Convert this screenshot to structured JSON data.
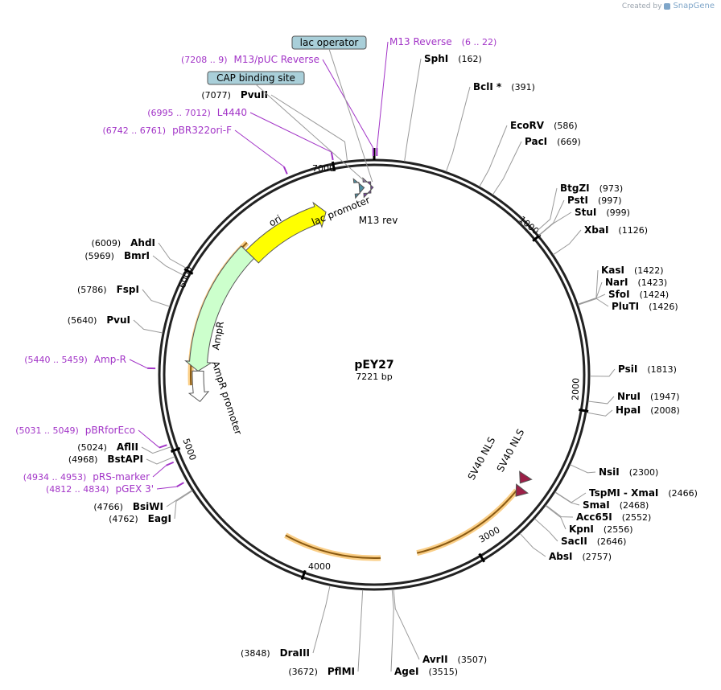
{
  "plasmid": {
    "name": "pEY27",
    "size_label": "7221 bp",
    "length": 7221
  },
  "watermark": {
    "created_by": "Created by",
    "brand": "SnapGene"
  },
  "enzymes": [
    {
      "name": "SphI",
      "pos": "(162)",
      "bp": 162
    },
    {
      "name": "BclI *",
      "pos": "(391)",
      "bp": 391
    },
    {
      "name": "EcoRV",
      "pos": "(586)",
      "bp": 586
    },
    {
      "name": "PacI",
      "pos": "(669)",
      "bp": 669
    },
    {
      "name": "BtgZI",
      "pos": "(973)",
      "bp": 973
    },
    {
      "name": "PstI",
      "pos": "(997)",
      "bp": 997
    },
    {
      "name": "StuI",
      "pos": "(999)",
      "bp": 999
    },
    {
      "name": "XbaI",
      "pos": "(1126)",
      "bp": 1126
    },
    {
      "name": "KasI",
      "pos": "(1422)",
      "bp": 1422
    },
    {
      "name": "NarI",
      "pos": "(1423)",
      "bp": 1423
    },
    {
      "name": "SfoI",
      "pos": "(1424)",
      "bp": 1424
    },
    {
      "name": "PluTI",
      "pos": "(1426)",
      "bp": 1426
    },
    {
      "name": "PsiI",
      "pos": "(1813)",
      "bp": 1813
    },
    {
      "name": "NruI",
      "pos": "(1947)",
      "bp": 1947
    },
    {
      "name": "HpaI",
      "pos": "(2008)",
      "bp": 2008
    },
    {
      "name": "NsiI",
      "pos": "(2300)",
      "bp": 2300
    },
    {
      "name": "TspMI - XmaI",
      "pos": "(2466)",
      "bp": 2466
    },
    {
      "name": "SmaI",
      "pos": "(2468)",
      "bp": 2468
    },
    {
      "name": "Acc65I",
      "pos": "(2552)",
      "bp": 2552
    },
    {
      "name": "KpnI",
      "pos": "(2556)",
      "bp": 2556
    },
    {
      "name": "SacII",
      "pos": "(2646)",
      "bp": 2646
    },
    {
      "name": "AbsI",
      "pos": "(2757)",
      "bp": 2757
    },
    {
      "name": "AvrII",
      "pos": "(3507)",
      "bp": 3507
    },
    {
      "name": "AgeI",
      "pos": "(3515)",
      "bp": 3515
    },
    {
      "name": "PflMI",
      "pos": "(3672)",
      "bp": 3672
    },
    {
      "name": "DraIII",
      "pos": "(3848)",
      "bp": 3848
    },
    {
      "name": "EagI",
      "pos": "(4762)",
      "bp": 4762
    },
    {
      "name": "BsiWI",
      "pos": "(4766)",
      "bp": 4766
    },
    {
      "name": "BstAPI",
      "pos": "(4968)",
      "bp": 4968
    },
    {
      "name": "AflII",
      "pos": "(5024)",
      "bp": 5024
    },
    {
      "name": "PvuI",
      "pos": "(5640)",
      "bp": 5640
    },
    {
      "name": "FspI",
      "pos": "(5786)",
      "bp": 5786
    },
    {
      "name": "BmrI",
      "pos": "(5969)",
      "bp": 5969
    },
    {
      "name": "AhdI",
      "pos": "(6009)",
      "bp": 6009
    },
    {
      "name": "PvuII",
      "pos": "(7077)",
      "bp": 7077
    }
  ],
  "primers": [
    {
      "label": "M13 Reverse",
      "range": "(6 .. 22)",
      "bp": 14
    },
    {
      "label": "M13/pUC Reverse",
      "range": "(7208 .. 9)",
      "bp": 7216
    },
    {
      "label": "L4440",
      "range": "(6995 .. 7012)",
      "bp": 7003
    },
    {
      "label": "pBR322ori-F",
      "range": "(6742 .. 6761)",
      "bp": 6751
    },
    {
      "label": "Amp-R",
      "range": "(5440 .. 5459)",
      "bp": 5449
    },
    {
      "label": "pBRforEco",
      "range": "(5031 .. 5049)",
      "bp": 5040
    },
    {
      "label": "pRS-marker",
      "range": "(4934 .. 4953)",
      "bp": 4943
    },
    {
      "label": "pGEX 3'",
      "range": "(4812 .. 4834)",
      "bp": 4823
    }
  ],
  "boxed_features": [
    {
      "label": "lac operator",
      "bp": 7210
    },
    {
      "label": "CAP binding site",
      "bp": 7170
    }
  ],
  "features": [
    {
      "label": "ori",
      "start": 6300,
      "end": 6890
    },
    {
      "label": "AmpR",
      "start": 5440,
      "end": 6300
    },
    {
      "label": "AmpR promoter",
      "start": 5240,
      "end": 5440
    },
    {
      "label": "lac promoter",
      "start": 7130,
      "end": 7160
    },
    {
      "label": "M13 rev",
      "start": 7200,
      "end": 7215
    },
    {
      "label": "SV40 NLS",
      "start": 2560,
      "end": 2620
    },
    {
      "label": "SV40 NLS",
      "start": 2480,
      "end": 2540
    }
  ],
  "orange_arcs": [
    {
      "start": 2590,
      "end": 3340
    },
    {
      "start": 3570,
      "end": 4190
    },
    {
      "start": 5350,
      "end": 6340
    }
  ],
  "ticks": [
    "1000",
    "2000",
    "3000",
    "4000",
    "5000",
    "6000",
    "7000"
  ],
  "colors": {
    "ori": "#ffff00",
    "ampr": "#ccffcc",
    "purple": "#a234c7",
    "orange": "#f5a623",
    "box": "#a9cfd9",
    "sv40": "#9c2048"
  }
}
